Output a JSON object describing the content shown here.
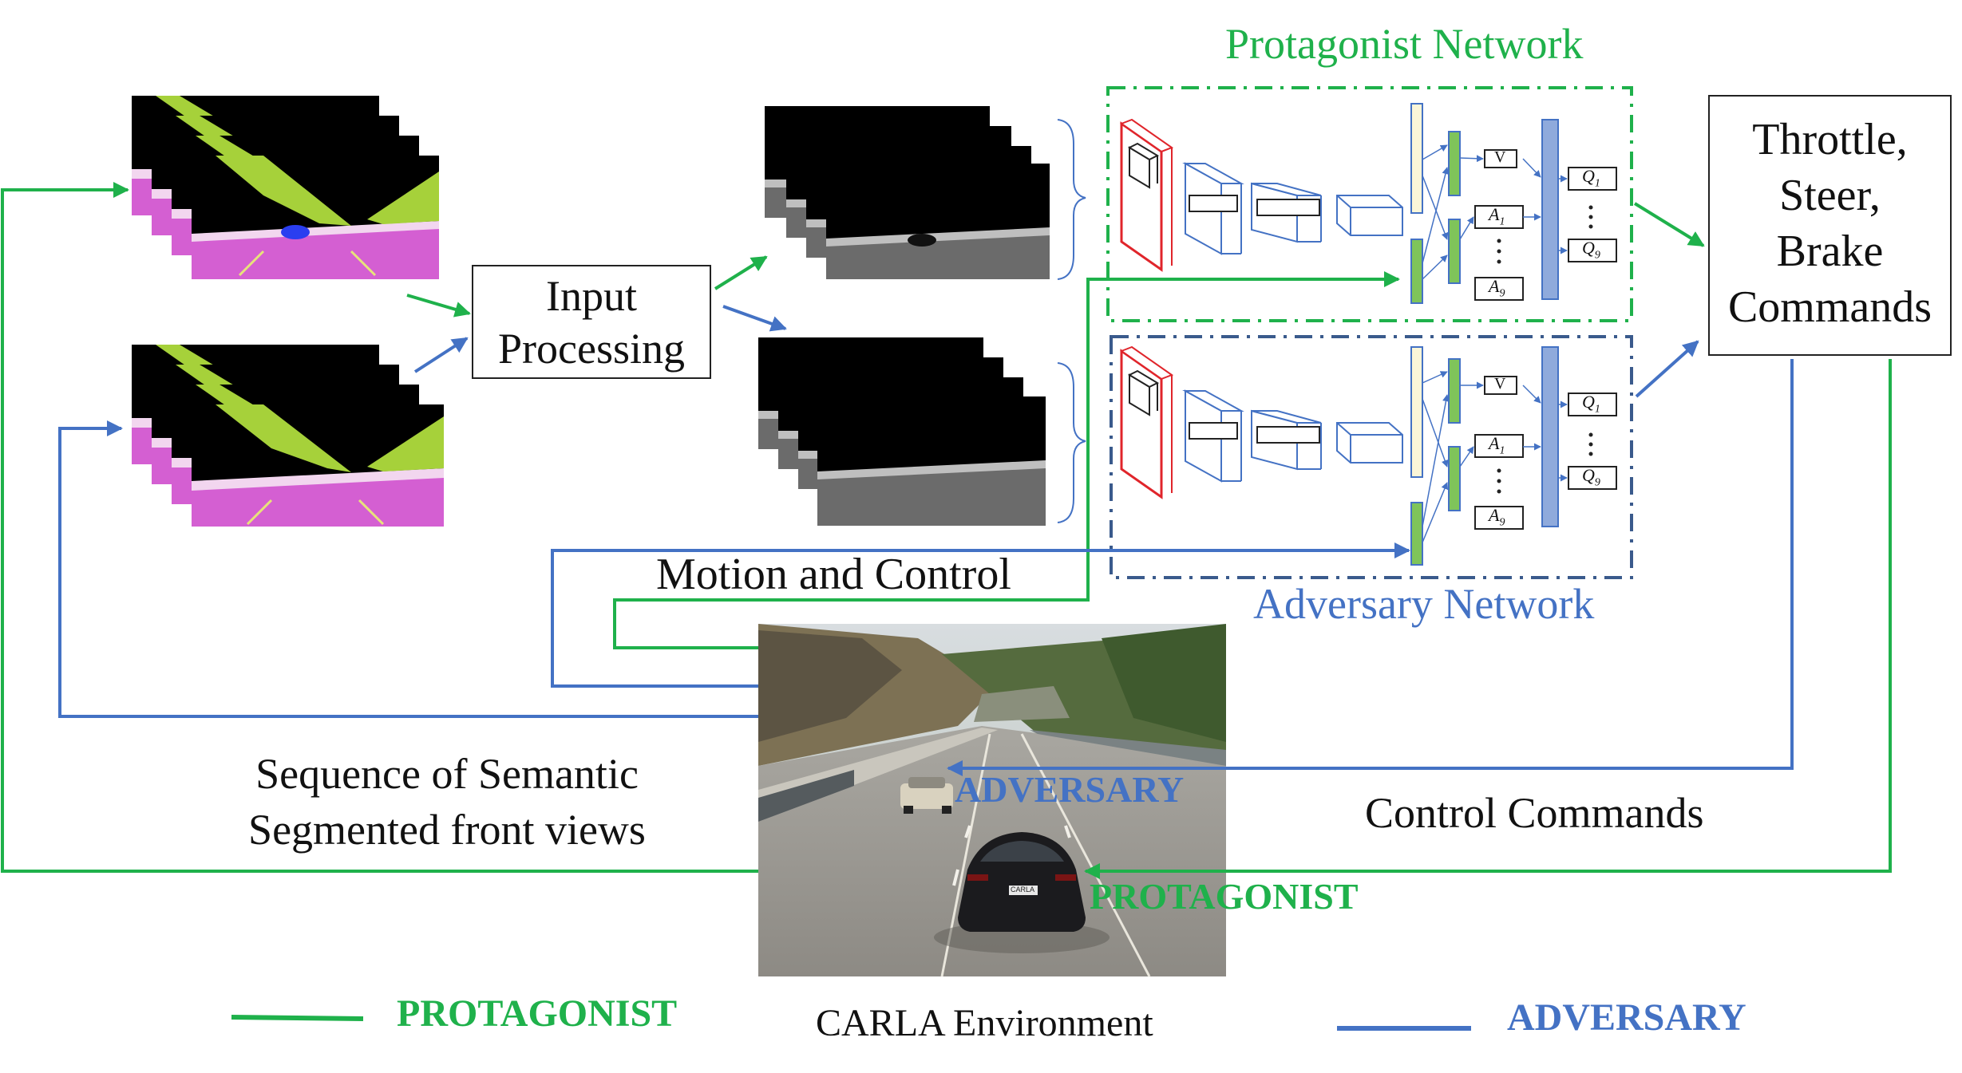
{
  "colors": {
    "protagonist": "#1fb14b",
    "adversary": "#4472c4",
    "black": "#111111",
    "road_pink": "#d45fd2",
    "tree_green": "#a6d13a",
    "sidewalk": "#f2d6ef",
    "sky": "#000000",
    "gray_road": "#6b6b6b",
    "gray_side": "#bfbfbf",
    "layer_red": "#e0252b",
    "layer_blue": "#4472c4",
    "fc_yellow": "#fbf6d8",
    "fc_green": "#7fc45a",
    "fc_blue": "#8faadc"
  },
  "labels": {
    "input_processing_line1": "Input",
    "input_processing_line2": "Processing",
    "output_line1": "Throttle,",
    "output_line2": "Steer,",
    "output_line3": "Brake",
    "output_line4": "Commands",
    "protagonist_network": "Protagonist Network",
    "adversary_network": "Adversary Network",
    "motion_and_control": "Motion and Control",
    "sequence_line1": "Sequence of Semantic",
    "sequence_line2": "Segmented front views",
    "control_commands": "Control Commands",
    "carla_environment": "CARLA Environment",
    "scene_adversary": "ADVERSARY",
    "scene_protagonist": "PROTAGONIST",
    "scene_plate": "CARLA"
  },
  "network_nodes": {
    "value": "V",
    "adv_first": "A",
    "adv_last": "A",
    "adv_first_sub": "1",
    "adv_last_sub": "9",
    "q_first": "Q",
    "q_last": "Q",
    "q_first_sub": "1",
    "q_last_sub": "9"
  },
  "legend": [
    {
      "label": "PROTAGONIST",
      "color": "#1fb14b"
    },
    {
      "label": "ADVERSARY",
      "color": "#4472c4"
    }
  ]
}
